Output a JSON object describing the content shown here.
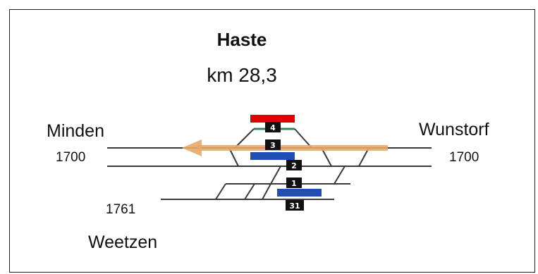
{
  "station": {
    "name": "Haste",
    "km": "km 28,3"
  },
  "directions": {
    "left_upper_city": "Minden",
    "left_upper_line": "1700",
    "right_city": "Wunstorf",
    "right_line": "1700",
    "left_lower_line": "1761",
    "left_lower_city": "Weetzen"
  },
  "tracks": [
    "4",
    "3",
    "2",
    "1",
    "31"
  ],
  "colors": {
    "track": "#3a3a3a",
    "platform_red": "#e00000",
    "platform_green": "#2e8b57",
    "platform_blue": "#1f4fb3",
    "arrow": "#e8a868"
  }
}
